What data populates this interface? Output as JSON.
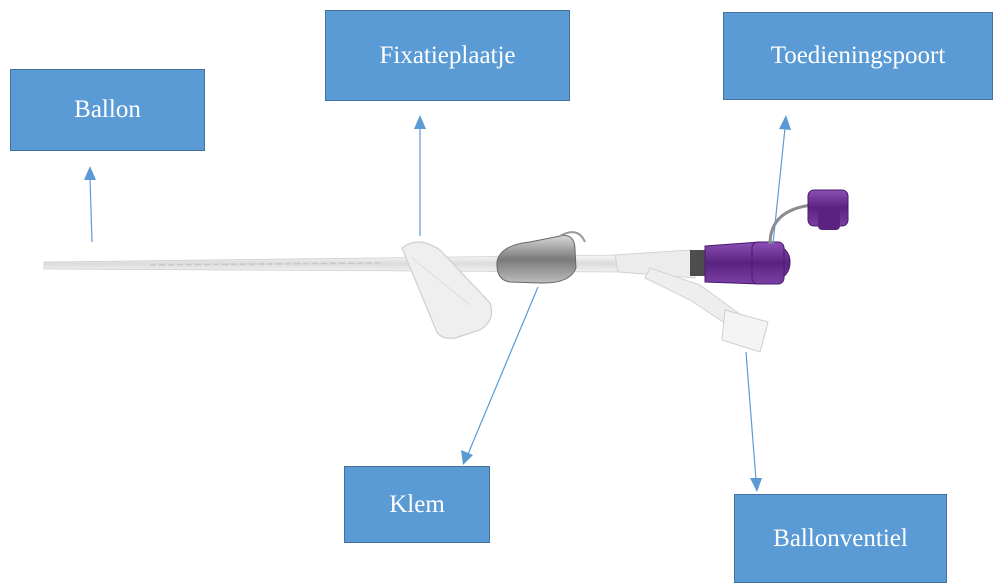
{
  "labels": {
    "ballon": "Ballon",
    "fixatieplaatje": "Fixatieplaatje",
    "toedieningspoort": "Toedieningspoort",
    "klem": "Klem",
    "ballonventiel": "Ballonventiel"
  },
  "colors": {
    "box_fill": "#5b9bd5",
    "box_border": "#41719c",
    "arrow": "#5b9bd5",
    "tube": "#e6e6e6",
    "clamp": "#8a8a8a",
    "port_purple": "#6a2c91"
  },
  "icons": {
    "arrowhead": "arrowhead-icon"
  }
}
